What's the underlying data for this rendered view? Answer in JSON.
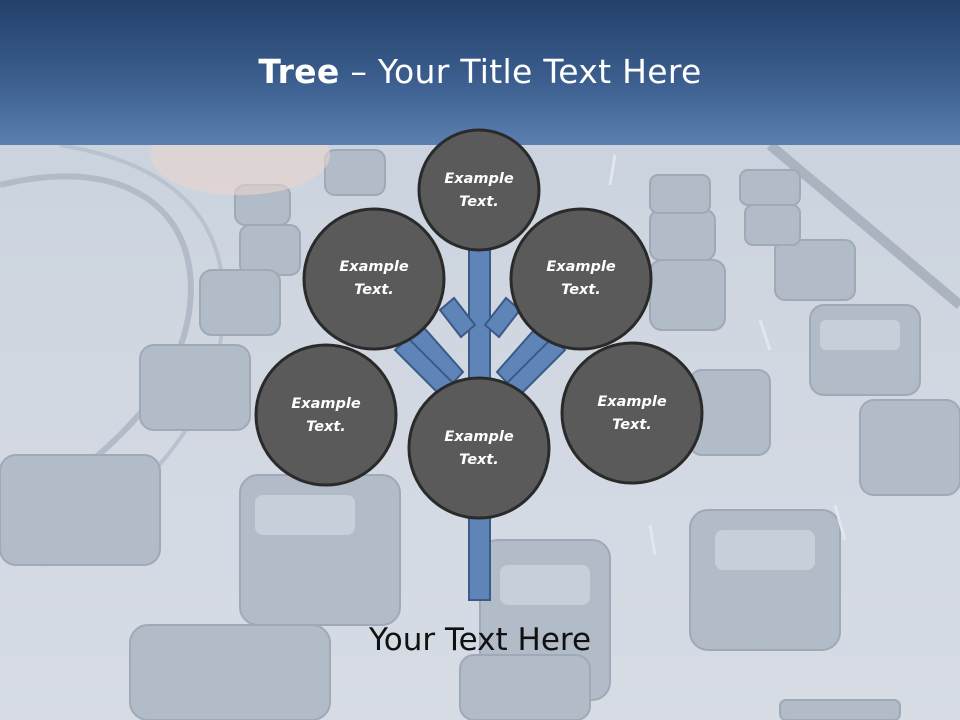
{
  "title": {
    "bold": "Tree",
    "rest": " – Your Title Text Here"
  },
  "nodes": [
    {
      "label": "Example\nText."
    },
    {
      "label": "Example\nText."
    },
    {
      "label": "Example\nText."
    },
    {
      "label": "Example\nText."
    },
    {
      "label": "Example\nText."
    },
    {
      "label": "Example\nText."
    }
  ],
  "nodes_text": {
    "top": "Example Text.",
    "upper_left": "Example Text.",
    "upper_right": "Example Text.",
    "lower_left": "Example Text.",
    "lower_right": "Example Text.",
    "center": "Example Text."
  },
  "caption": "Your Text Here",
  "colors": {
    "header": "#2f4f7f",
    "circle_fill": "#5a5a5a",
    "circle_stroke": "#2a2a2a",
    "branch": "#5f84b8",
    "branch_stroke": "#3a5a88"
  }
}
